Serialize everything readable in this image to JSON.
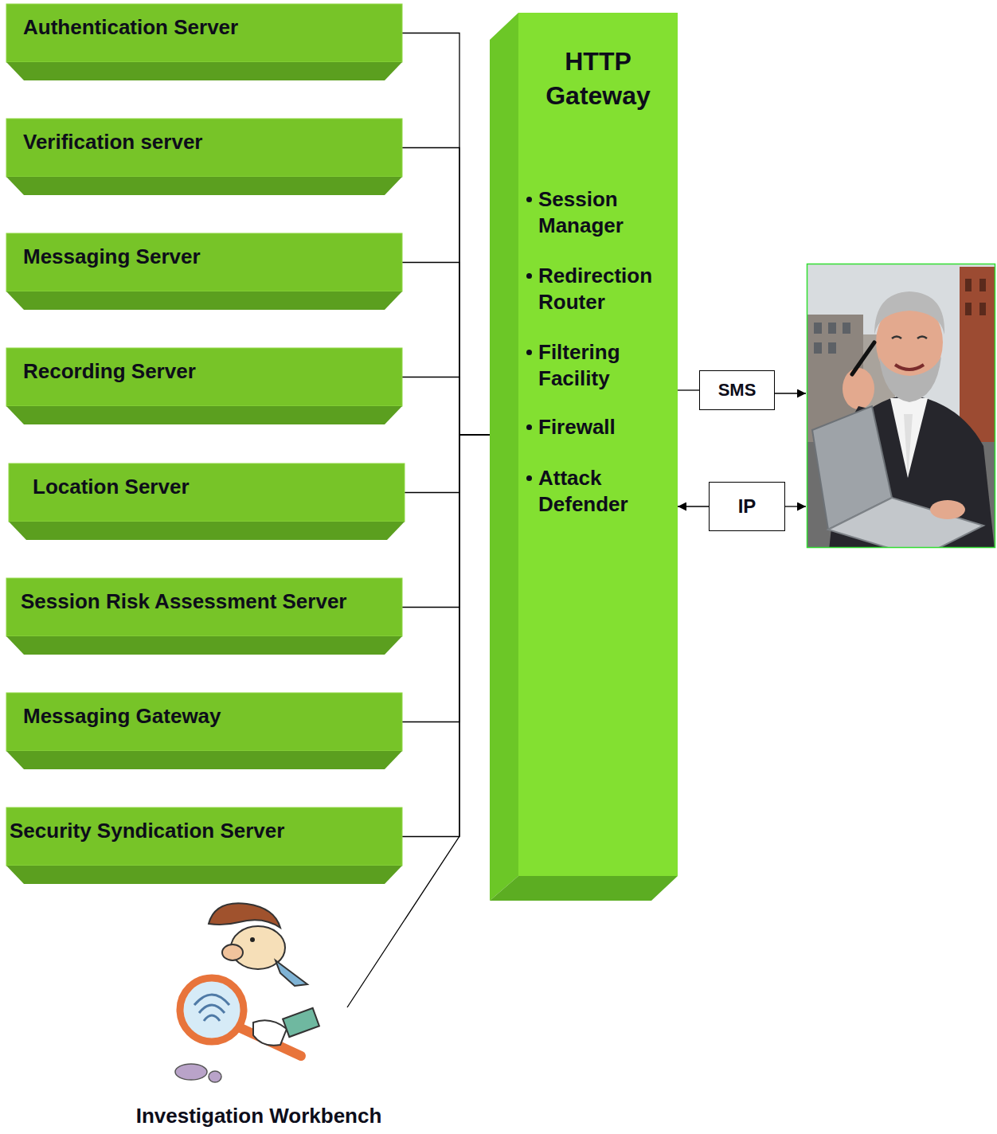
{
  "diagram": {
    "nodes": [
      {
        "text": [
          "Authentication Server"
        ]
      },
      {
        "text": [
          "Verification server"
        ]
      },
      {
        "text": [
          "Messaging Server"
        ]
      },
      {
        "text": [
          "Recording Server"
        ]
      },
      {
        "text": [
          "Location Server"
        ]
      },
      {
        "text": [
          "Session Risk Assessment Server"
        ]
      },
      {
        "text": [
          "Messaging Gateway"
        ]
      },
      {
        "text": [
          "Security Syndication Server"
        ]
      },
      {
        "text": [
          "HTTP Gateway",
          "Session Manager",
          "Redirection Router",
          "Filtering Facility",
          "Firewall",
          "Attack Defender"
        ]
      },
      {
        "text": [
          "SMS"
        ]
      },
      {
        "text": [
          "IP"
        ]
      },
      {
        "text": [
          "Investigation Workbench"
        ]
      }
    ],
    "edges": [
      {
        "from": 0,
        "to": 8,
        "arrow": "none"
      },
      {
        "from": 1,
        "to": 8,
        "arrow": "none"
      },
      {
        "from": 2,
        "to": 8,
        "arrow": "none"
      },
      {
        "from": 3,
        "to": 8,
        "arrow": "none"
      },
      {
        "from": 4,
        "to": 8,
        "arrow": "none"
      },
      {
        "from": 5,
        "to": 8,
        "arrow": "none"
      },
      {
        "from": 6,
        "to": 8,
        "arrow": "none"
      },
      {
        "from": 7,
        "to": 8,
        "arrow": "none"
      },
      {
        "from": 11,
        "to": 8,
        "arrow": "none"
      },
      {
        "from": 8,
        "to": 9,
        "arrow": "none"
      },
      {
        "from": 10,
        "to": 8,
        "arrow": "to"
      }
    ]
  }
}
